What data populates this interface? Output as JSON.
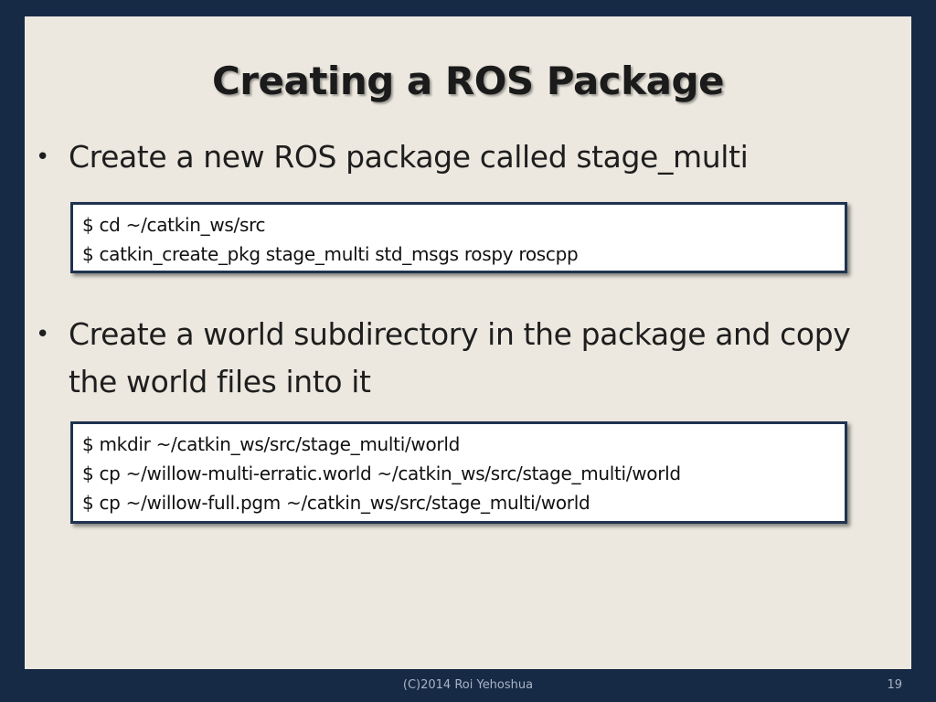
{
  "slide": {
    "title": "Creating a ROS Package",
    "bullets": [
      {
        "marker": "•",
        "text": "Create a new ROS package called stage_multi",
        "code_lines": [
          "$ cd ~/catkin_ws/src",
          "$ catkin_create_pkg stage_multi std_msgs rospy roscpp"
        ]
      },
      {
        "marker": "•",
        "text": "Create a world subdirectory in the package and copy the world files into it",
        "code_lines": [
          "$ mkdir ~/catkin_ws/src/stage_multi/world",
          "$ cp ~/willow-multi-erratic.world ~/catkin_ws/src/stage_multi/world",
          "$ cp ~/willow-full.pgm ~/catkin_ws/src/stage_multi/world"
        ]
      }
    ]
  },
  "footer": {
    "copyright": "(C)2014 Roi Yehoshua",
    "page_number": "19"
  },
  "colors": {
    "frame_background": "#172a45",
    "slide_background": "#ece8df",
    "code_border": "#1f3350",
    "code_background": "#ffffff",
    "footer_text": "#a9b3c4"
  }
}
